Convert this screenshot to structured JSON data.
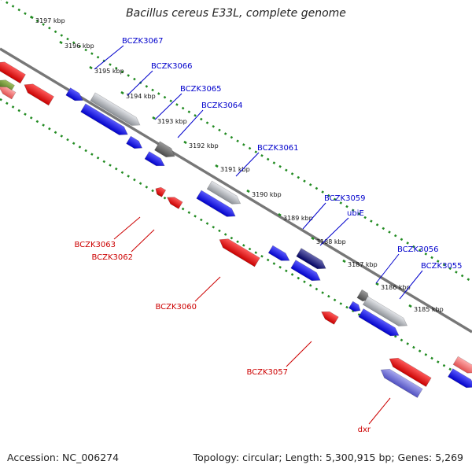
{
  "title": "Bacillus cereus E33L, complete genome",
  "footer": {
    "accession": "Accession: NC_006274",
    "topology": "Topology: circular; Length: 5,300,915 bp; Genes: 5,269"
  },
  "colors": {
    "forward_strand": "#0000ee",
    "reverse_strand": "#ee0000",
    "backbone": "#777777",
    "scale_dots": "#228b22",
    "pseudo_gene": "#9aa0a8",
    "label_forward": "#0000cc",
    "label_reverse": "#cc0000"
  },
  "scale_labels": [
    "3197 kbp",
    "3196 kbp",
    "3195 kbp",
    "3194 kbp",
    "3193 kbp",
    "3192 kbp",
    "3191 kbp",
    "3190 kbp",
    "3189 kbp",
    "3188 kbp",
    "3187 kbp",
    "3186 kbp",
    "3185 kbp"
  ],
  "gene_labels": {
    "forward": [
      "BCZK3067",
      "BCZK3066",
      "BCZK3065",
      "BCZK3064",
      "BCZK3061",
      "BCZK3059",
      "ubiE",
      "BCZK3056",
      "BCZK3055"
    ],
    "reverse": [
      "BCZK3063",
      "BCZK3062",
      "BCZK3060",
      "BCZK3057",
      "dxr"
    ]
  }
}
